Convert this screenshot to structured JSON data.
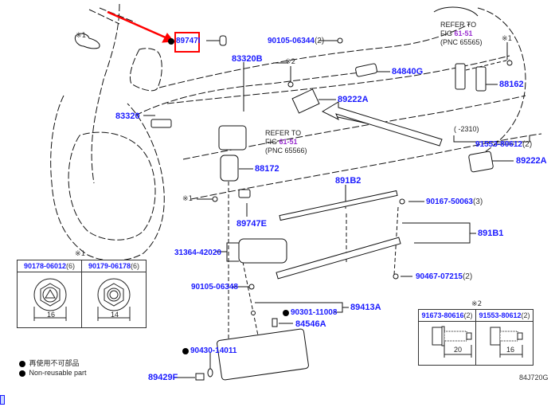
{
  "diagram": {
    "figure_code": "84J720G",
    "highlight_color": "#ff0000",
    "label_color": "#1a1aff",
    "fig_ref_color": "#9b30d0",
    "highlighted_part": "89747I",
    "parts": {
      "p89747I": "89747I",
      "p83320B": "83320B",
      "p83320": "83320",
      "p90105_06344": "90105-06344",
      "p90105_06344_qty": "(2)",
      "p84840G": "84840G",
      "p88162": "88162",
      "p89222A_top": "89222A",
      "p88172": "88172",
      "p91553_80612": "91553-80612",
      "p91553_80612_qty": "(2)",
      "p89222A_right": "89222A",
      "p891B2": "891B2",
      "p90167_50063": "90167-50063",
      "p90167_50063_qty": "(3)",
      "p891B1": "891B1",
      "p90467_07215": "90467-07215",
      "p90467_07215_qty": "(2)",
      "p89747E": "89747E",
      "p31364_42020": "31364-42020",
      "p90105_06348": "90105-06348",
      "p89413A": "89413A",
      "p90301_11008": "90301-11008",
      "p84546A": "84546A",
      "p90430_14011": "90430-14011",
      "p89429F": "89429F"
    },
    "refer_notes": [
      {
        "line1": "REFER TO",
        "fig_prefix": "FIG ",
        "fig": "61-51",
        "pnc": "(PNC 65565)"
      },
      {
        "line1": "REFER TO",
        "fig_prefix": "FIG ",
        "fig": "61-51",
        "pnc": "(PNC 65566)"
      }
    ],
    "date_range": "(      -2310)",
    "marks": {
      "m1": "※1",
      "m2": "※2"
    },
    "table1": {
      "mark": "※1",
      "cols": [
        {
          "part": "90178-06012",
          "qty": "(6)",
          "dim": "16"
        },
        {
          "part": "90179-06178",
          "qty": "(6)",
          "dim": "14"
        }
      ]
    },
    "table2": {
      "mark": "※2",
      "cols": [
        {
          "part": "91673-80616",
          "qty": "(2)",
          "dim": "20"
        },
        {
          "part": "91553-80612",
          "qty": "(2)",
          "dim": "16"
        }
      ]
    },
    "legend": {
      "jp": "再使用不可部品",
      "en": "Non-reusable part"
    }
  }
}
